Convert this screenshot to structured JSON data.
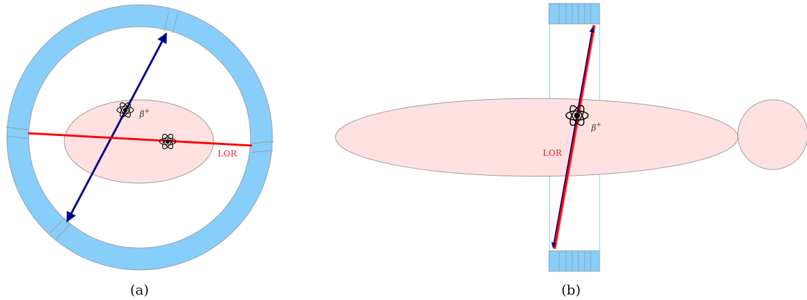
{
  "panels": [
    {
      "id": "a",
      "caption": "(a)"
    },
    {
      "id": "b",
      "caption": "(b)"
    }
  ],
  "labels": {
    "lor": "LOR",
    "beta_symbol": "β",
    "beta_charge": "+"
  },
  "colors": {
    "detector_fill": "#87cefa",
    "detector_edge": "#9aa0a6",
    "body_fill": "#ffe1e1",
    "body_edge": "#9a9a9a",
    "lor_line": "#ff0000",
    "gamma_arrow": "#00008b",
    "atom_ink": "#000000"
  },
  "icons": [
    "atom-icon",
    "arrow-head-icon"
  ]
}
